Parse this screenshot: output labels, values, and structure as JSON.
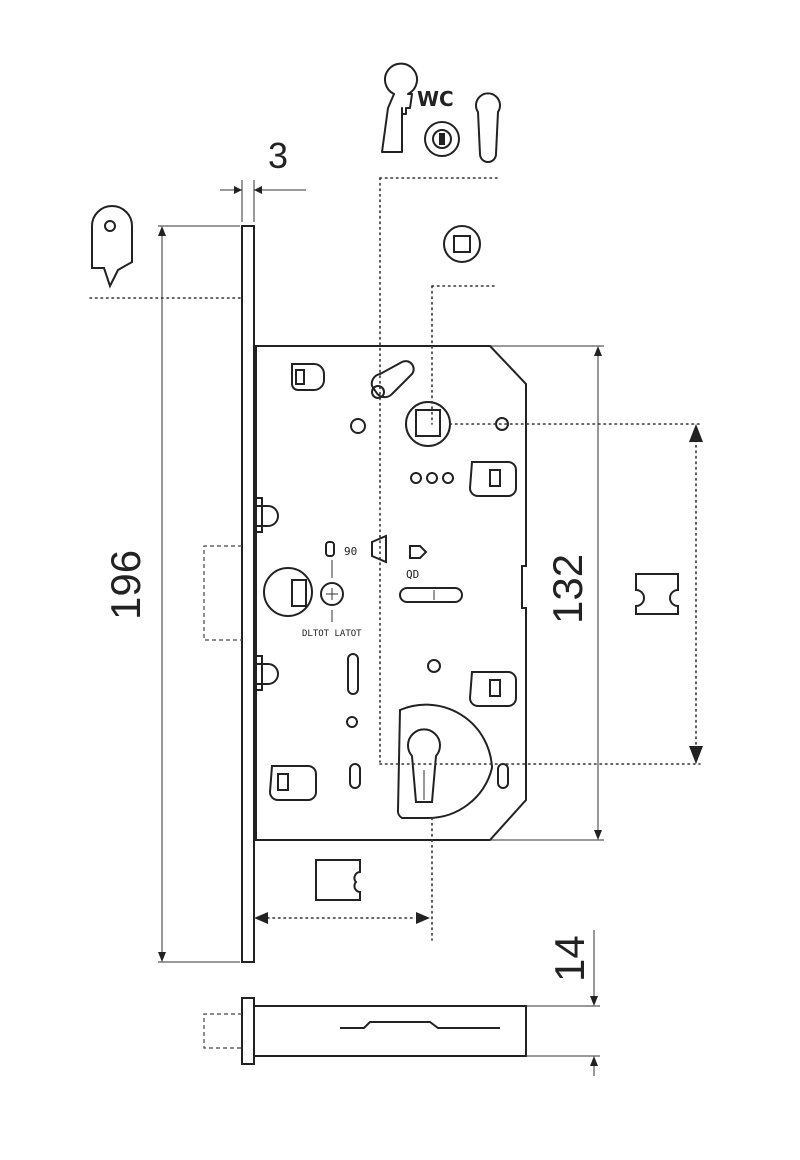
{
  "dimensions": {
    "faceplate_thickness": "3",
    "faceplate_height": "196",
    "center_distance": "132",
    "body_thickness": "14"
  },
  "symbols": {
    "wc_label": "WC",
    "lock_label": "DLTOT LATOT",
    "small_label_1": "90",
    "small_label_2": "QD"
  },
  "colors": {
    "line": "#222222",
    "background": "#ffffff"
  },
  "icons": [
    "tab-icon",
    "keyhole-icon",
    "wc-thumbturn-icon",
    "euro-profile-icon",
    "square-spindle-icon",
    "backset-icon",
    "spindle-profile-icon"
  ]
}
